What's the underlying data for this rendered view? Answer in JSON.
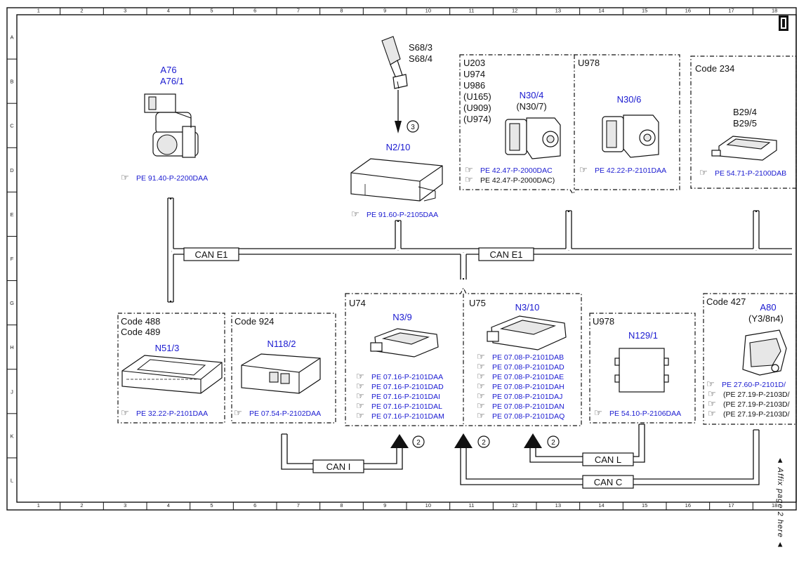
{
  "grid": {
    "columns": [
      "1",
      "2",
      "3",
      "4",
      "5",
      "6",
      "7",
      "8",
      "9",
      "10",
      "11",
      "12",
      "13",
      "14",
      "15",
      "16",
      "17",
      "18"
    ],
    "rows": [
      "A",
      "B",
      "C",
      "D",
      "E",
      "F",
      "G",
      "H",
      "J",
      "K",
      "L"
    ]
  },
  "buses": {
    "can_e1_left": "CAN E1",
    "can_e1_right": "CAN E1",
    "can_i": "CAN I",
    "can_l": "CAN L",
    "can_c": "CAN C"
  },
  "connector_refs": {
    "seatbelt": "3",
    "can_i": "2",
    "can_c": "2",
    "can_l": "2"
  },
  "components": {
    "a76": {
      "label": "A76",
      "label2": "A76/1",
      "refs": [
        "PE 91.40-P-2200DAA"
      ]
    },
    "s68": {
      "label": "S68/3",
      "label2": "S68/4"
    },
    "n2_10": {
      "label": "N2/10",
      "refs": [
        "PE 91.60-P-2105DAA"
      ]
    },
    "n30_4": {
      "codes": [
        "U203",
        "U974",
        "U986",
        "(U165)",
        "(U909)",
        "(U974)"
      ],
      "label": "N30/4",
      "label2": "(N30/7)",
      "refs": [
        "PE 42.47-P-2000DAC"
      ],
      "refs_black": [
        "PE 42.47-P-2000DAC)"
      ]
    },
    "n30_6": {
      "code": "U978",
      "label": "N30/6",
      "refs": [
        "PE 42.22-P-2101DAA"
      ]
    },
    "b29": {
      "code": "Code 234",
      "label": "B29/4",
      "label2": "B29/5",
      "refs": [
        "PE 54.71-P-2100DAB"
      ]
    },
    "n51_3": {
      "code": "Code 488",
      "code2": "Code 489",
      "label": "N51/3",
      "refs": [
        "PE 32.22-P-2101DAA"
      ]
    },
    "n118_2": {
      "code": "Code 924",
      "label": "N118/2",
      "refs": [
        "PE 07.54-P-2102DAA"
      ]
    },
    "n3_9": {
      "code": "U74",
      "label": "N3/9",
      "refs": [
        "PE 07.16-P-2101DAA",
        "PE 07.16-P-2101DAD",
        "PE 07.16-P-2101DAI",
        "PE 07.16-P-2101DAL",
        "PE 07.16-P-2101DAM"
      ]
    },
    "n3_10": {
      "code": "U75",
      "label": "N3/10",
      "refs": [
        "PE 07.08-P-2101DAB",
        "PE 07.08-P-2101DAD",
        "PE 07.08-P-2101DAE",
        "PE 07.08-P-2101DAH",
        "PE 07.08-P-2101DAJ",
        "PE 07.08-P-2101DAN",
        "PE 07.08-P-2101DAQ"
      ]
    },
    "n129_1": {
      "code": "U978",
      "label": "N129/1",
      "refs": [
        "PE 54.10-P-2106DAA"
      ]
    },
    "a80": {
      "code": "Code 427",
      "label": "A80",
      "label2": "(Y3/8n4)",
      "refs": [
        "PE 27.60-P-2101D/"
      ],
      "refs_black": [
        "(PE 27.19-P-2103D/",
        "(PE 27.19-P-2103D/",
        "(PE 27.19-P-2103D/"
      ]
    }
  },
  "affix_note": "◄ Affix page 2 here ◄"
}
